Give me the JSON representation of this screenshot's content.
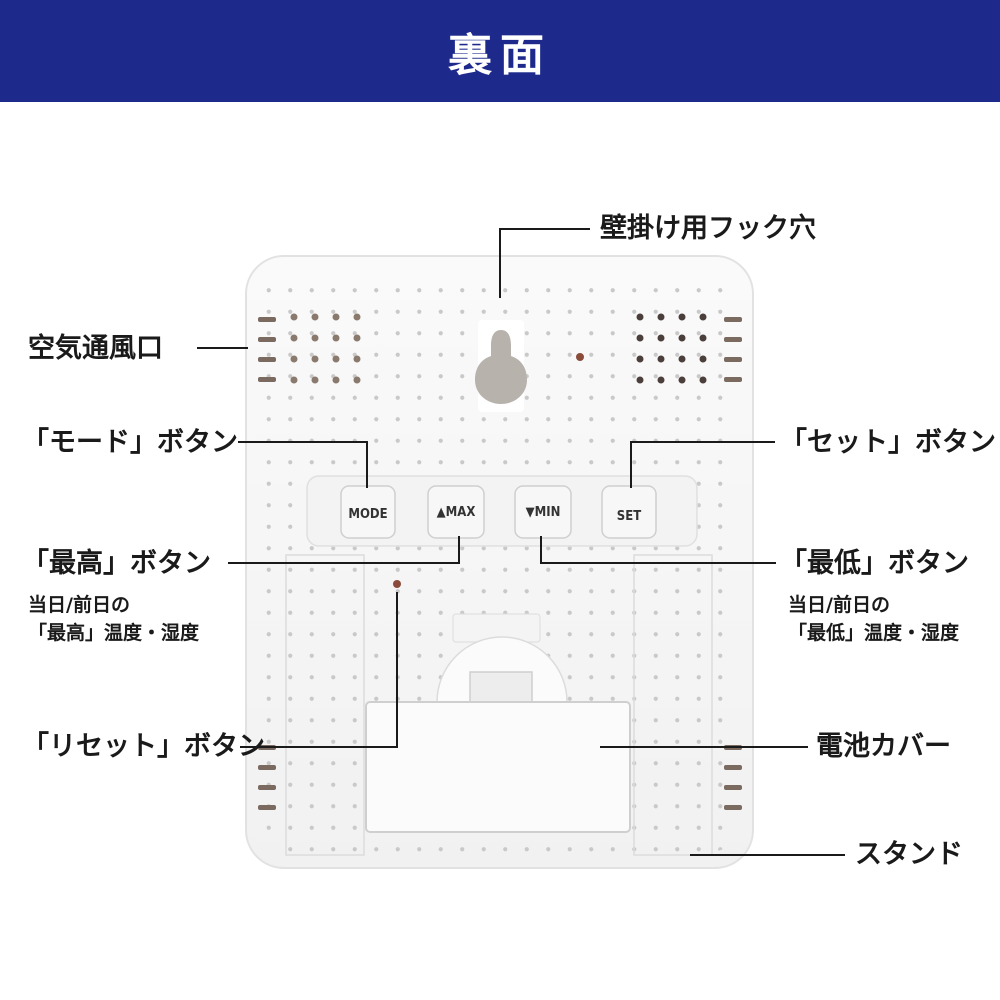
{
  "header": {
    "title": "裏面",
    "background": "#1d2a8c"
  },
  "device_buttons": {
    "mode": "MODE",
    "max": "▲MAX",
    "min": "▼MIN",
    "set": "SET"
  },
  "callouts": {
    "wall_hook": "壁掛け用フック穴",
    "vent": "空気通風口",
    "mode_button": "「モード」ボタン",
    "set_button": "「セット」ボタン",
    "max_button": "「最高」ボタン",
    "max_desc": [
      "当日/前日の",
      "「最高」温度・湿度"
    ],
    "min_button": "「最低」ボタン",
    "min_desc": [
      "当日/前日の",
      "「最低」温度・湿度"
    ],
    "reset_button": "「リセット」ボタン",
    "battery_cover": "電池カバー",
    "stand": "スタンド"
  }
}
